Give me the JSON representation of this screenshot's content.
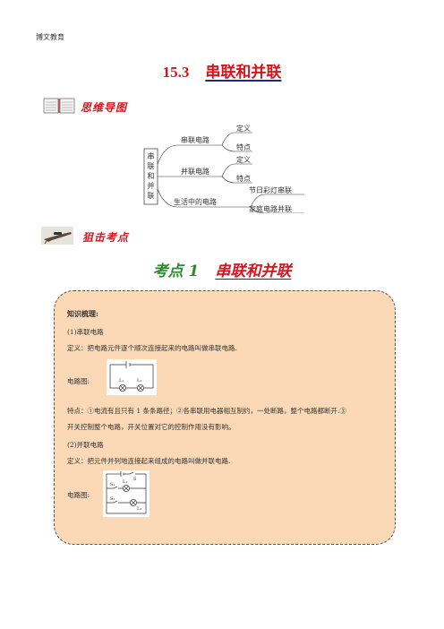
{
  "header": {
    "org": "博文教育"
  },
  "title": {
    "number": "15.3",
    "text": "串联和并联"
  },
  "sections": {
    "mindmap": "思维导图",
    "keypoints": "狙击考点"
  },
  "mindmap": {
    "root": [
      "串",
      "联",
      "和",
      "并",
      "联"
    ],
    "branches": [
      {
        "label": "串联电路",
        "children": [
          "定义",
          "特点"
        ]
      },
      {
        "label": "并联电路",
        "children": [
          "定义",
          "特点"
        ]
      },
      {
        "label": "生活中的电路",
        "children": [
          "节日彩灯串联",
          "家庭电路并联"
        ]
      }
    ]
  },
  "kaodian": {
    "label": "考点 1",
    "text": "串联和并联"
  },
  "knowledge": {
    "heading": "知识梳理:",
    "series_title": "(1)串联电路",
    "series_def": "定义：把电路元件逐个顺次连接起来的电路叫做串联电路.",
    "series_diagram_label": "电路图:",
    "series_feature_1": "特点：①电流有且只有 1 条条路径；②各串联用电器相互制约，一处断路，整个电路都断开.③",
    "series_feature_2": "开关控制整个电路，开关位置对它的控制作用没有影响。",
    "parallel_title": "(2)并联电路",
    "parallel_def": "定义：把元件并列地连接起来组成的电路叫做并联电路.",
    "parallel_diagram_label": "电路图:",
    "labels": {
      "L1": "L₁",
      "L2": "L₂",
      "S": "S",
      "S1": "S₁",
      "S2": "S₂"
    }
  }
}
